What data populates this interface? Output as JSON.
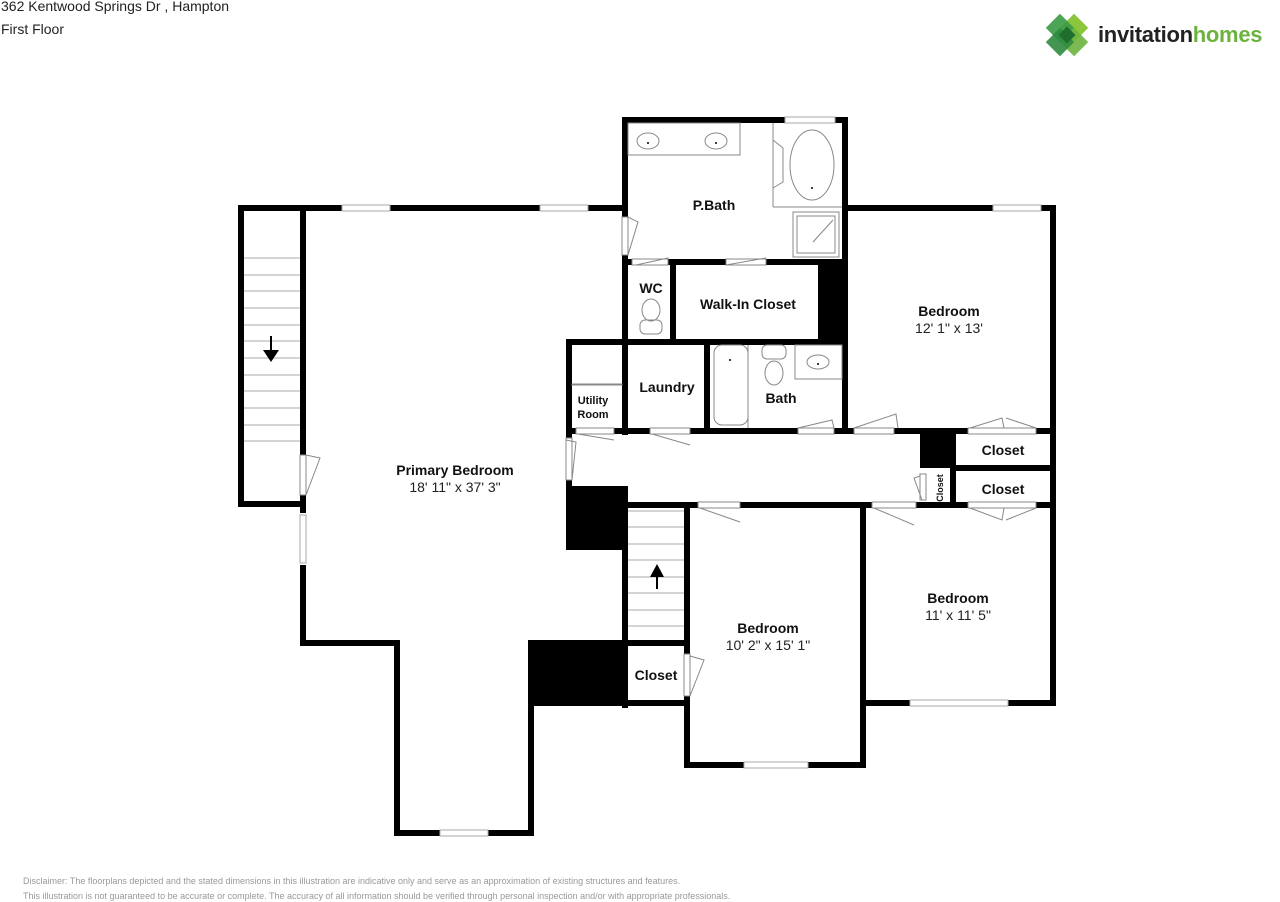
{
  "header": {
    "address": "362 Kentwood Springs Dr , Hampton",
    "floor": "First Floor"
  },
  "logo": {
    "word1": "invitation",
    "word2": "homes",
    "brand_green": "#6cb33e",
    "brand_dark_green": "#2e8b3e"
  },
  "rooms": [
    {
      "id": "pbath",
      "name": "P.Bath",
      "dimensions": ""
    },
    {
      "id": "wc",
      "name": "WC",
      "dimensions": ""
    },
    {
      "id": "walkin",
      "name": "Walk-In Closet",
      "dimensions": ""
    },
    {
      "id": "bedroom_ne",
      "name": "Bedroom",
      "dimensions": "12' 1\" x 13'"
    },
    {
      "id": "utility",
      "name": "Utility",
      "name2": "Room",
      "dimensions": ""
    },
    {
      "id": "laundry",
      "name": "Laundry",
      "dimensions": ""
    },
    {
      "id": "bath",
      "name": "Bath",
      "dimensions": ""
    },
    {
      "id": "primary",
      "name": "Primary Bedroom",
      "dimensions": "18' 11\" x 37' 3\""
    },
    {
      "id": "closet_1",
      "name": "Closet",
      "dimensions": ""
    },
    {
      "id": "closet_2",
      "name": "Closet",
      "dimensions": ""
    },
    {
      "id": "closet_small",
      "name": "Closet",
      "dimensions": ""
    },
    {
      "id": "bedroom_s",
      "name": "Bedroom",
      "dimensions": "10' 2\" x 15' 1\""
    },
    {
      "id": "bedroom_se",
      "name": "Bedroom",
      "dimensions": "11' x 11' 5\""
    },
    {
      "id": "closet_3",
      "name": "Closet",
      "dimensions": ""
    }
  ],
  "disclaimer": {
    "line1": "Disclaimer: The floorplans depicted and the stated dimensions in this illustration are indicative only and serve as an approximation of existing structures and features.",
    "line2": "This illustration is not guaranteed to be accurate or complete. The accuracy of all information should be verified through personal inspection and/or with appropriate professionals."
  }
}
